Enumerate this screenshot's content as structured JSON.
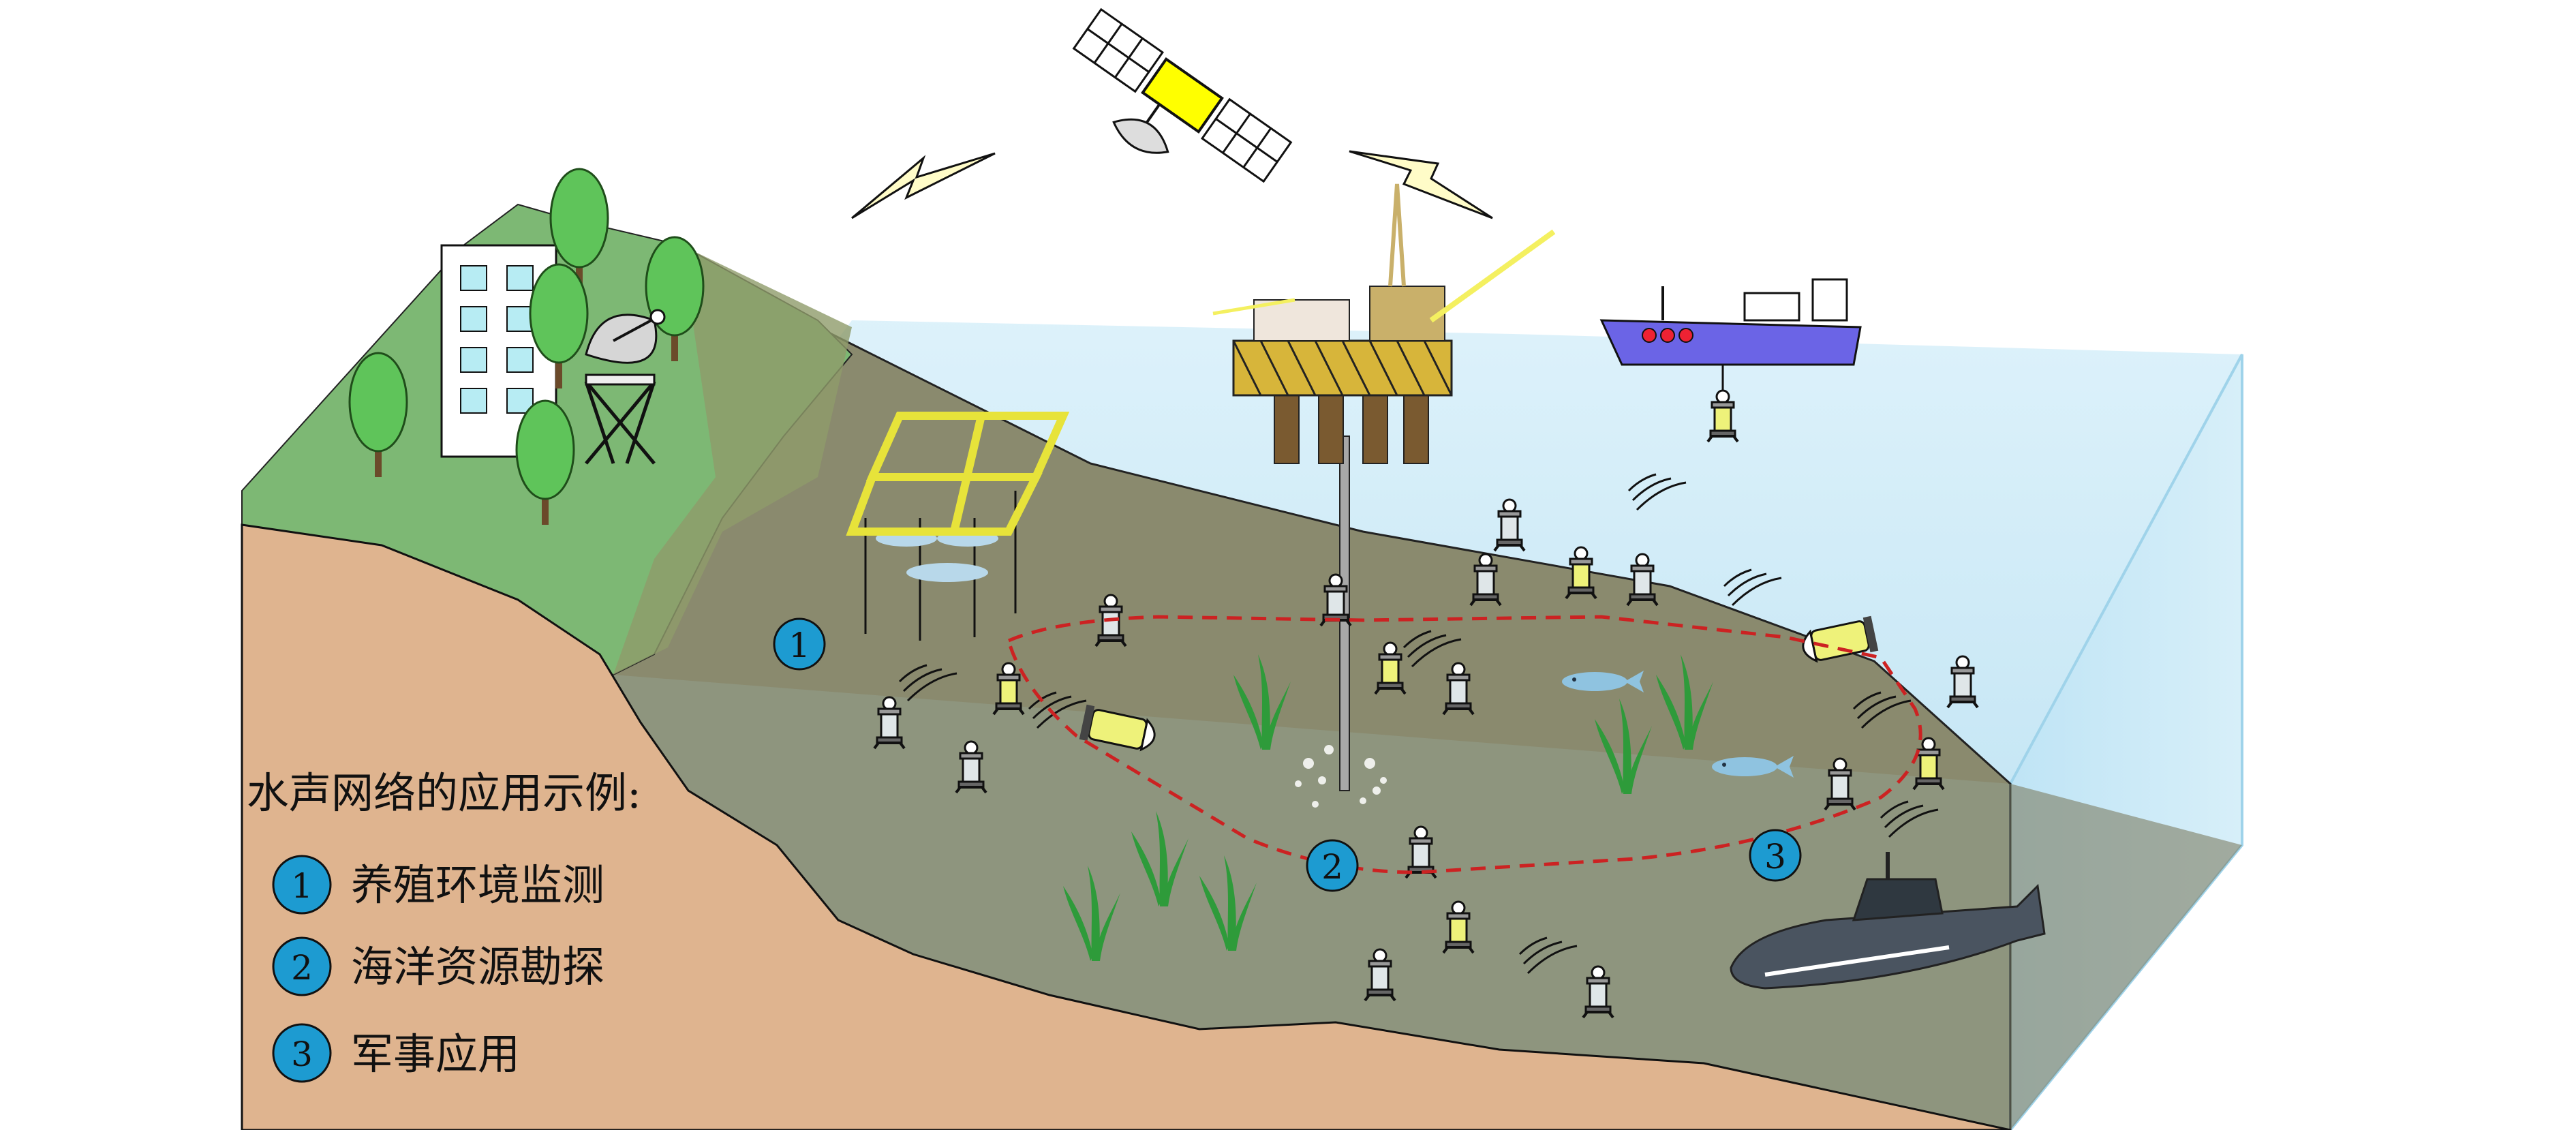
{
  "legend": {
    "title": "水声网络的应用示例:",
    "items": [
      {
        "num": "1",
        "label": "养殖环境监测"
      },
      {
        "num": "2",
        "label": "海洋资源勘探"
      },
      {
        "num": "3",
        "label": "军事应用"
      }
    ]
  },
  "markers": {
    "aquaculture": "1",
    "exploration": "2",
    "military": "3"
  },
  "colors": {
    "sky_water": "#cfe9f5",
    "seafloor": "#8a8a6e",
    "land_green": "#7db874",
    "sediment": "#dfb48f",
    "badge": "#1d9bd1",
    "route": "#cc2222",
    "node": "#eef27a"
  }
}
